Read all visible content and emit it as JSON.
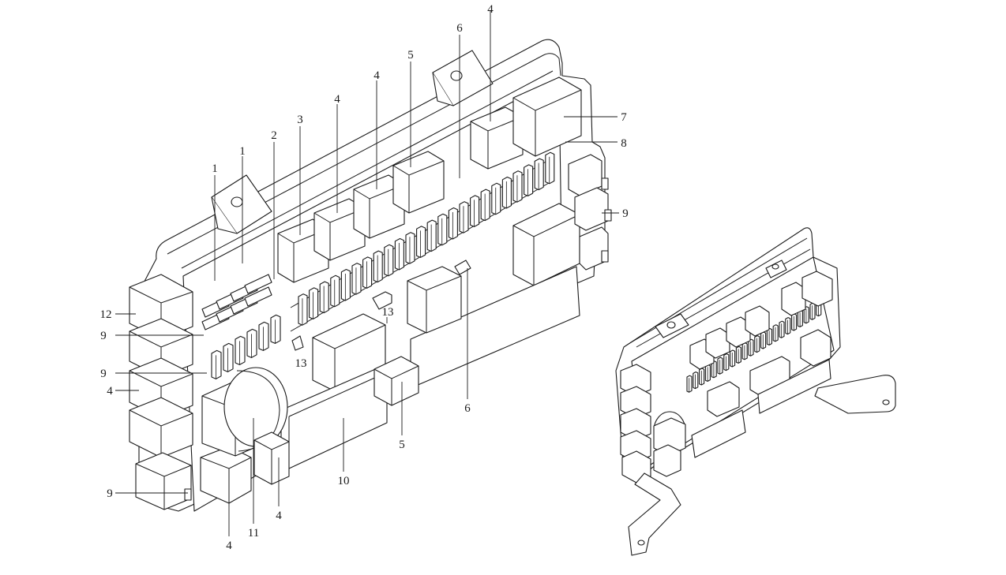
{
  "callouts": [
    {
      "id": "c1a",
      "text": "1"
    },
    {
      "id": "c1b",
      "text": "1"
    },
    {
      "id": "c2",
      "text": "2"
    },
    {
      "id": "c3",
      "text": "3"
    },
    {
      "id": "c4a",
      "text": "4"
    },
    {
      "id": "c4b",
      "text": "4"
    },
    {
      "id": "c4c",
      "text": "4"
    },
    {
      "id": "c5a",
      "text": "5"
    },
    {
      "id": "c6a",
      "text": "6"
    },
    {
      "id": "c7",
      "text": "7"
    },
    {
      "id": "c8",
      "text": "8"
    },
    {
      "id": "c9a",
      "text": "9"
    },
    {
      "id": "c12",
      "text": "12"
    },
    {
      "id": "c9b",
      "text": "9"
    },
    {
      "id": "c9c",
      "text": "9"
    },
    {
      "id": "c4d",
      "text": "4"
    },
    {
      "id": "c13a",
      "text": "13"
    },
    {
      "id": "c13b",
      "text": "13"
    },
    {
      "id": "c6b",
      "text": "6"
    },
    {
      "id": "c5b",
      "text": "5"
    },
    {
      "id": "c10",
      "text": "10"
    },
    {
      "id": "c4e",
      "text": "4"
    },
    {
      "id": "c11",
      "text": "11"
    },
    {
      "id": "c4f",
      "text": "4"
    },
    {
      "id": "c9d",
      "text": "9"
    }
  ]
}
